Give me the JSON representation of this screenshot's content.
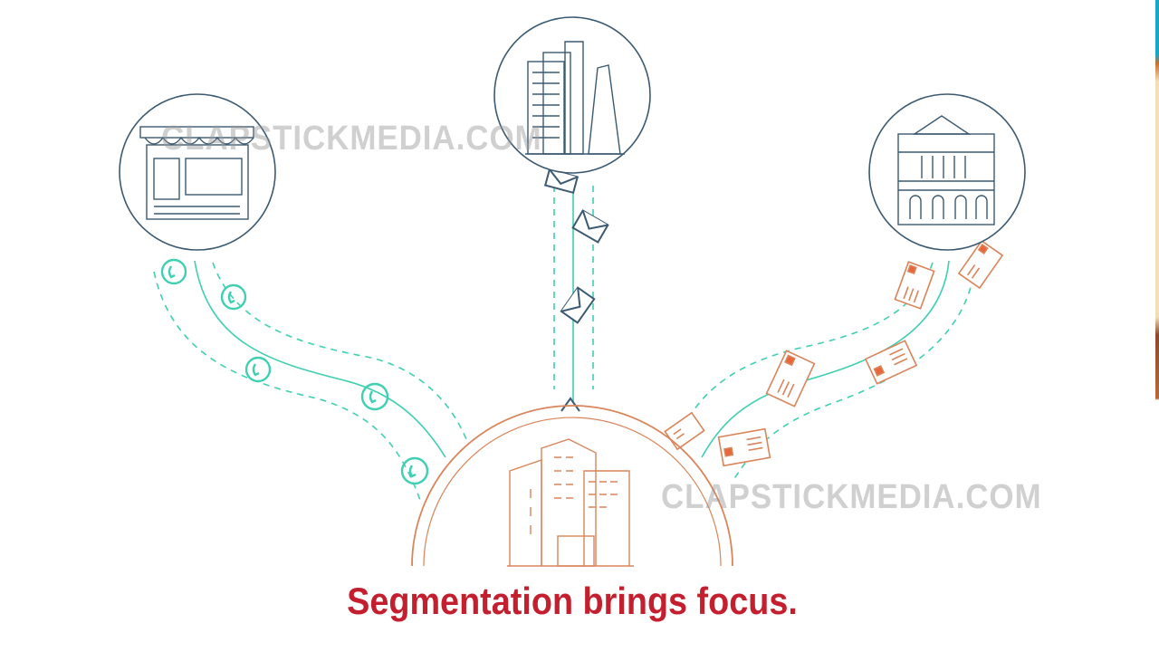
{
  "caption": "Segmentation brings focus.",
  "watermarks": [
    "CLAPSTICKMEDIA.COM",
    "CLAPSTICKMEDIA.COM"
  ],
  "colors": {
    "caption": "#c41f2e",
    "teal": "#3fcfb2",
    "navy": "#3b5a72",
    "orange": "#d9845a"
  },
  "nodes": [
    {
      "icon": "storefront-icon",
      "channel": "phone-icon"
    },
    {
      "icon": "office-tower-icon",
      "channel": "envelope-icon"
    },
    {
      "icon": "bank-building-icon",
      "channel": "postcard-icon"
    }
  ],
  "hub": {
    "icon": "company-buildings-icon"
  }
}
